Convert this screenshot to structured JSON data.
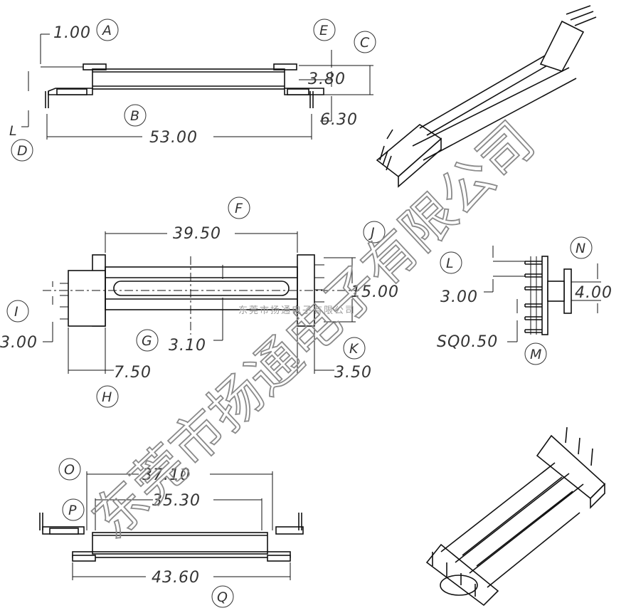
{
  "dimensions": {
    "d1": "1.00",
    "d2": "3.80",
    "d3": "6.30",
    "d4": "53.00",
    "d5": "39.50",
    "d6": "15.00",
    "d7": "3.10",
    "d8": "7.50",
    "d9": "3.50",
    "d10": "3.00",
    "d11": "3.00",
    "d12": "4.00",
    "d13": "SQ0.50",
    "d14": "37.10",
    "d15": "35.30",
    "d16": "43.60"
  },
  "letter_L_small": "L",
  "callouts": {
    "A": "A",
    "B": "B",
    "C": "C",
    "D": "D",
    "E": "E",
    "F": "F",
    "G": "G",
    "H": "H",
    "I": "I",
    "J": "J",
    "K": "K",
    "L": "L",
    "M": "M",
    "N": "N",
    "O": "O",
    "P": "P",
    "Q": "Q"
  },
  "watermark": {
    "large": "东莞市扬通电子有限公司",
    "small": "东莞市扬通电子有限公司"
  },
  "colors": {
    "line": "#111111",
    "text": "#333333",
    "watermark": "#8a8a8a"
  }
}
